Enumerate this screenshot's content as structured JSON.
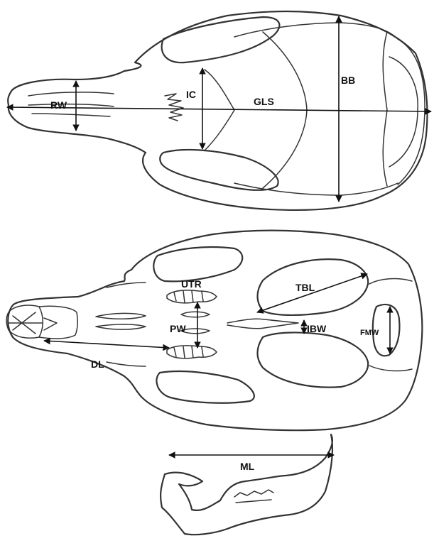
{
  "labels": {
    "rw": "RW",
    "ic": "IC",
    "gls": "GLS",
    "bb": "BB",
    "utr": "UTR",
    "tbl": "TBL",
    "pw": "PW",
    "ibw": "IBW",
    "fmw": "FMW",
    "dl": "DL",
    "ml": "ML"
  }
}
